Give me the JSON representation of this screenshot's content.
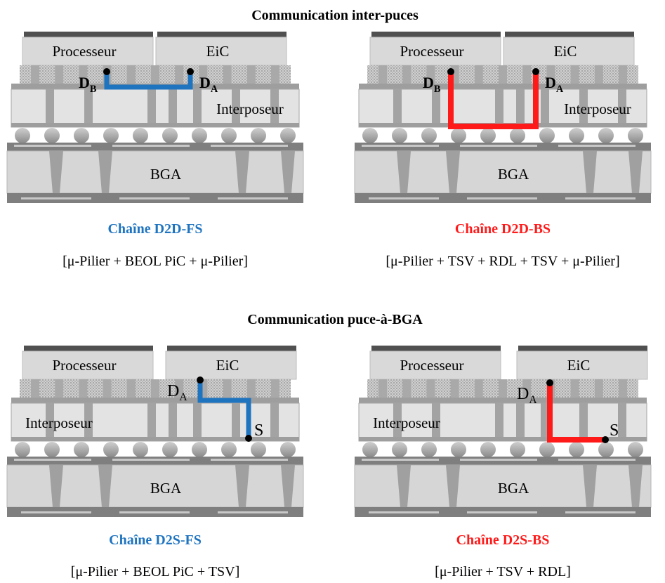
{
  "section_titles": {
    "inter_chip": "Communication inter-puces",
    "chip_to_bga": "Communication puce-à-BGA"
  },
  "block_labels": {
    "processor": "Processeur",
    "eic": "EiC",
    "interposer": "Interposeur",
    "bga": "BGA"
  },
  "point_labels": {
    "d": "D",
    "sub_a": "A",
    "sub_b": "B",
    "s": "S"
  },
  "colors": {
    "fs_chain": "#1f74c0",
    "bs_chain": "#ff1a1a",
    "chip_fill": "#d9d9d9",
    "interposer_fill": "#e3e3e3",
    "structure_gray": "#9e9e9e",
    "dark_cap": "#505050"
  },
  "panels": [
    {
      "chain_name": "Chaîne D2D-FS",
      "chain_color": "fs",
      "composition": "[μ-Pilier + BEOL PiC + μ-Pilier]"
    },
    {
      "chain_name": "Chaîne D2D-BS",
      "chain_color": "bs",
      "composition": "[μ-Pilier + TSV + RDL + TSV + μ-Pilier]"
    },
    {
      "chain_name": "Chaîne D2S-FS",
      "chain_color": "fs",
      "composition": "[μ-Pilier + BEOL PiC + TSV]"
    },
    {
      "chain_name": "Chaîne D2S-BS",
      "chain_color": "bs",
      "composition": "[μ-Pilier + TSV + RDL]"
    }
  ]
}
